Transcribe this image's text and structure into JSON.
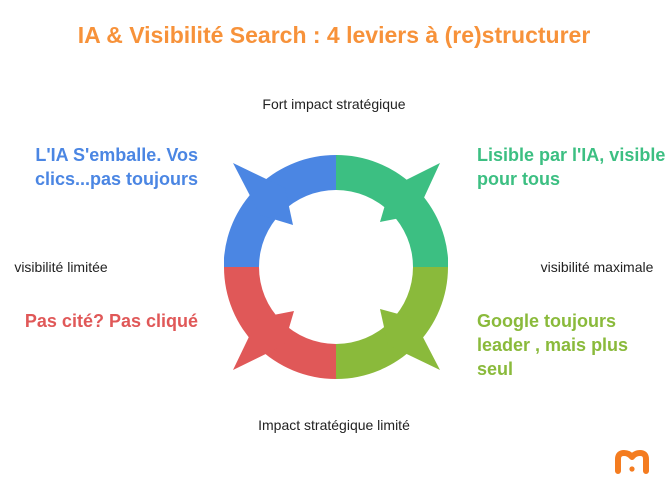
{
  "title": "IA & Visibilité Search : 4 leviers à (re)structurer",
  "axes": {
    "top": "Fort impact stratégique",
    "bottom": "Impact stratégique limité",
    "left": "visibilité limitée",
    "right": "visibilité maximale"
  },
  "quadrants": {
    "top_left": {
      "label": "L'IA S'emballe. Vos clics...pas toujours",
      "color": "#4b86e3"
    },
    "top_right": {
      "label": "Lisible par l'IA, visible pour tous",
      "color": "#3cbf82"
    },
    "bottom_left": {
      "label": "Pas cité? Pas cliqué",
      "color": "#e05858"
    },
    "bottom_right": {
      "label": "Google toujours leader , mais plus seul",
      "color": "#8aba3b"
    }
  },
  "colors": {
    "title": "#f7923a",
    "logo": "#f47c20"
  },
  "logo": {
    "icon": "m-brand-logo-icon"
  }
}
